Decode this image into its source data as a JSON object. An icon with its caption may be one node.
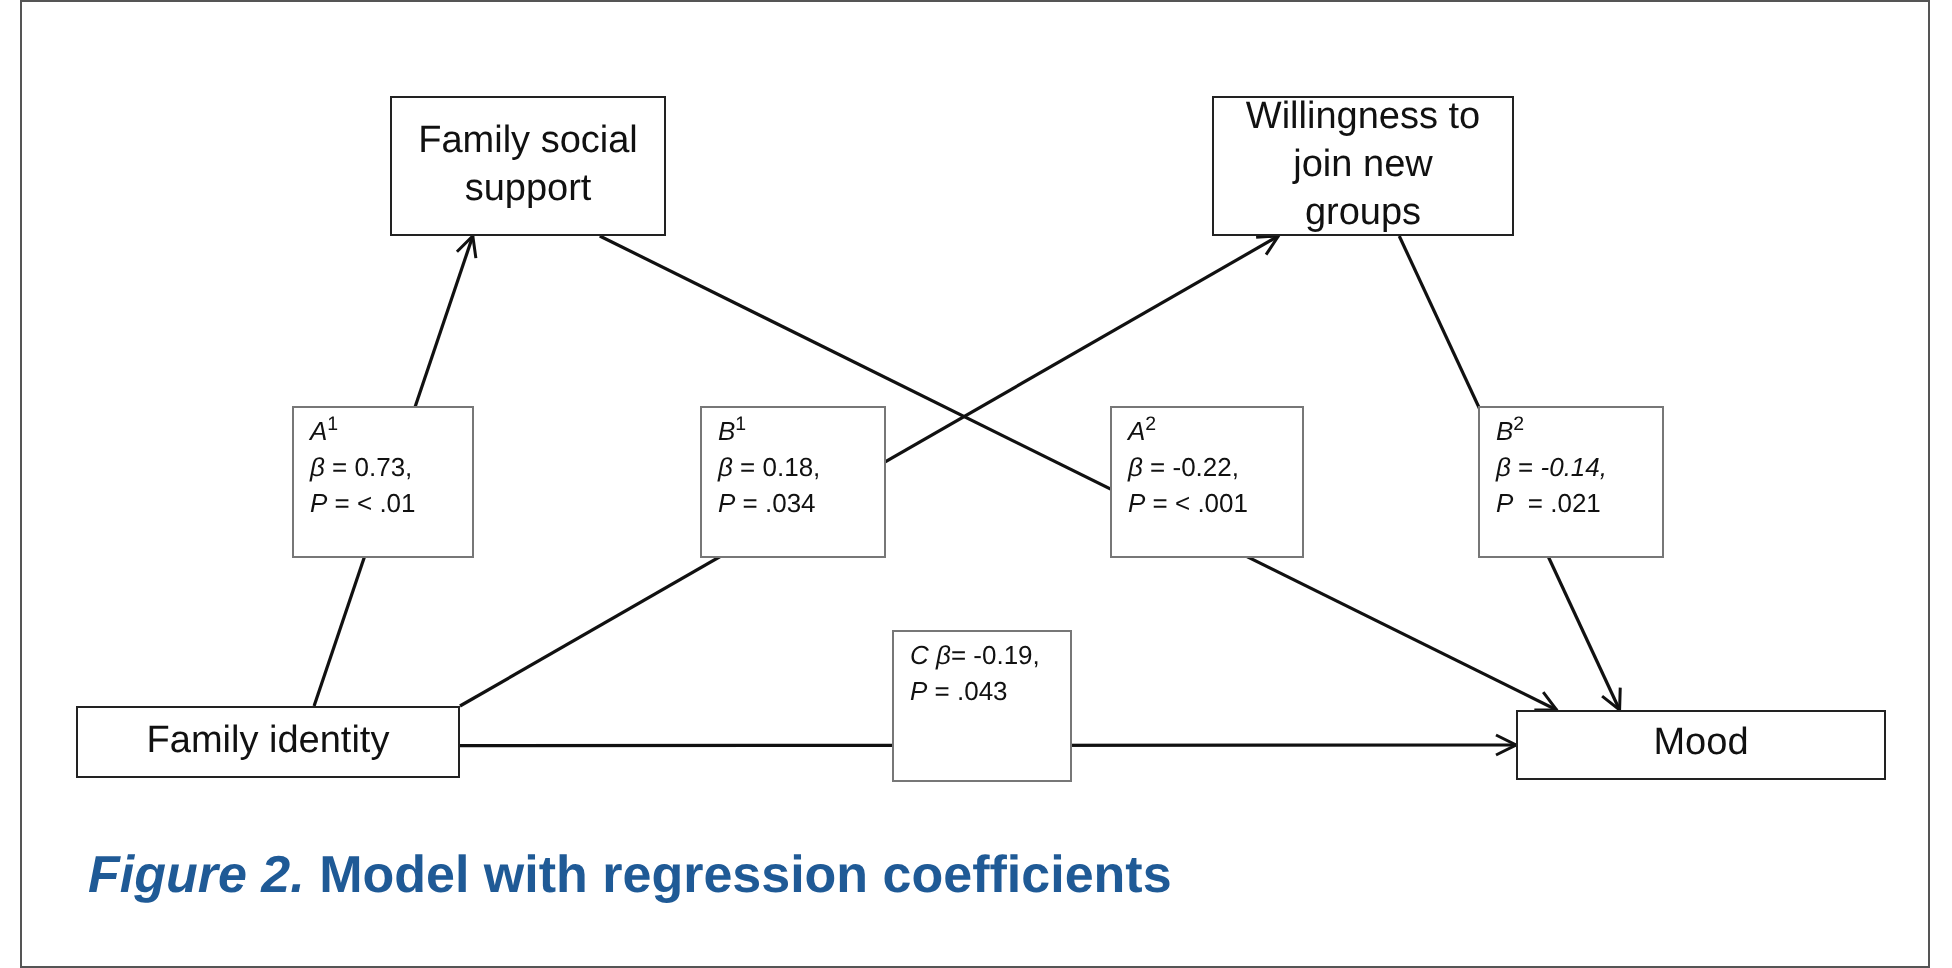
{
  "diagram": {
    "caption": "*Figure 2.* Model with regression coefficients",
    "nodes": [
      {
        "text": [
          "Family social support"
        ]
      },
      {
        "text": [
          "Willingness to join new groups"
        ]
      },
      {
        "text": [
          "Family identity"
        ]
      },
      {
        "text": [
          "Mood"
        ]
      }
    ],
    "edges": [
      {
        "from": 2,
        "to": 0,
        "arrow": "to",
        "label": "*A*$^{1}$ *β* = 0.73, *P* = < .01"
      },
      {
        "from": 2,
        "to": 1,
        "arrow": "to",
        "label": "*B*$^{1}$ *β* = 0.18, *P* = .034"
      },
      {
        "from": 0,
        "to": 3,
        "arrow": "to",
        "label": "*A*$^{2}$ *β* = -0.22, *P* = < .001"
      },
      {
        "from": 1,
        "to": 3,
        "arrow": "to",
        "label": "*B*$^{2}$ *β* = *-0.14,* *P*  = .021"
      },
      {
        "from": 2,
        "to": 3,
        "arrow": "to",
        "label": "*C* *β*= -0.19, *P* = .043"
      }
    ]
  }
}
